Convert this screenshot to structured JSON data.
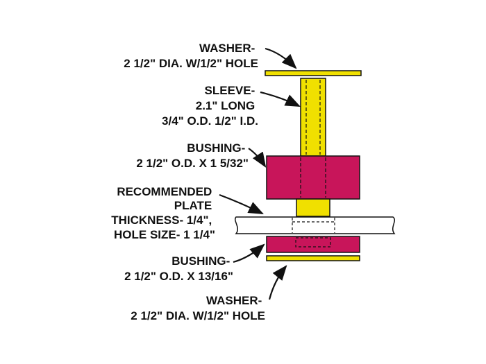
{
  "colors": {
    "background": "#ffffff",
    "washer_fill": "#f0e000",
    "sleeve_fill": "#f0e000",
    "bushing_fill": "#c8155a",
    "plate_fill": "#ffffff",
    "outline": "#111111"
  },
  "labels": {
    "top_washer": [
      "WASHER-",
      "2 1/2\" DIA. W/1/2\" HOLE"
    ],
    "sleeve": [
      "SLEEVE-",
      "2.1\" LONG",
      "3/4\" O.D. 1/2\" I.D."
    ],
    "top_bushing": [
      "BUSHING-",
      "2 1/2\" O.D. X 1 5/32\""
    ],
    "plate": [
      "RECOMMENDED",
      "PLATE",
      "THICKNESS- 1/4\",",
      "HOLE SIZE- 1 1/4\""
    ],
    "bottom_bushing": [
      "BUSHING-",
      "2 1/2\" O.D. X 13/16\""
    ],
    "bottom_washer": [
      "WASHER-",
      "2 1/2\" DIA. W/1/2\" HOLE"
    ]
  }
}
